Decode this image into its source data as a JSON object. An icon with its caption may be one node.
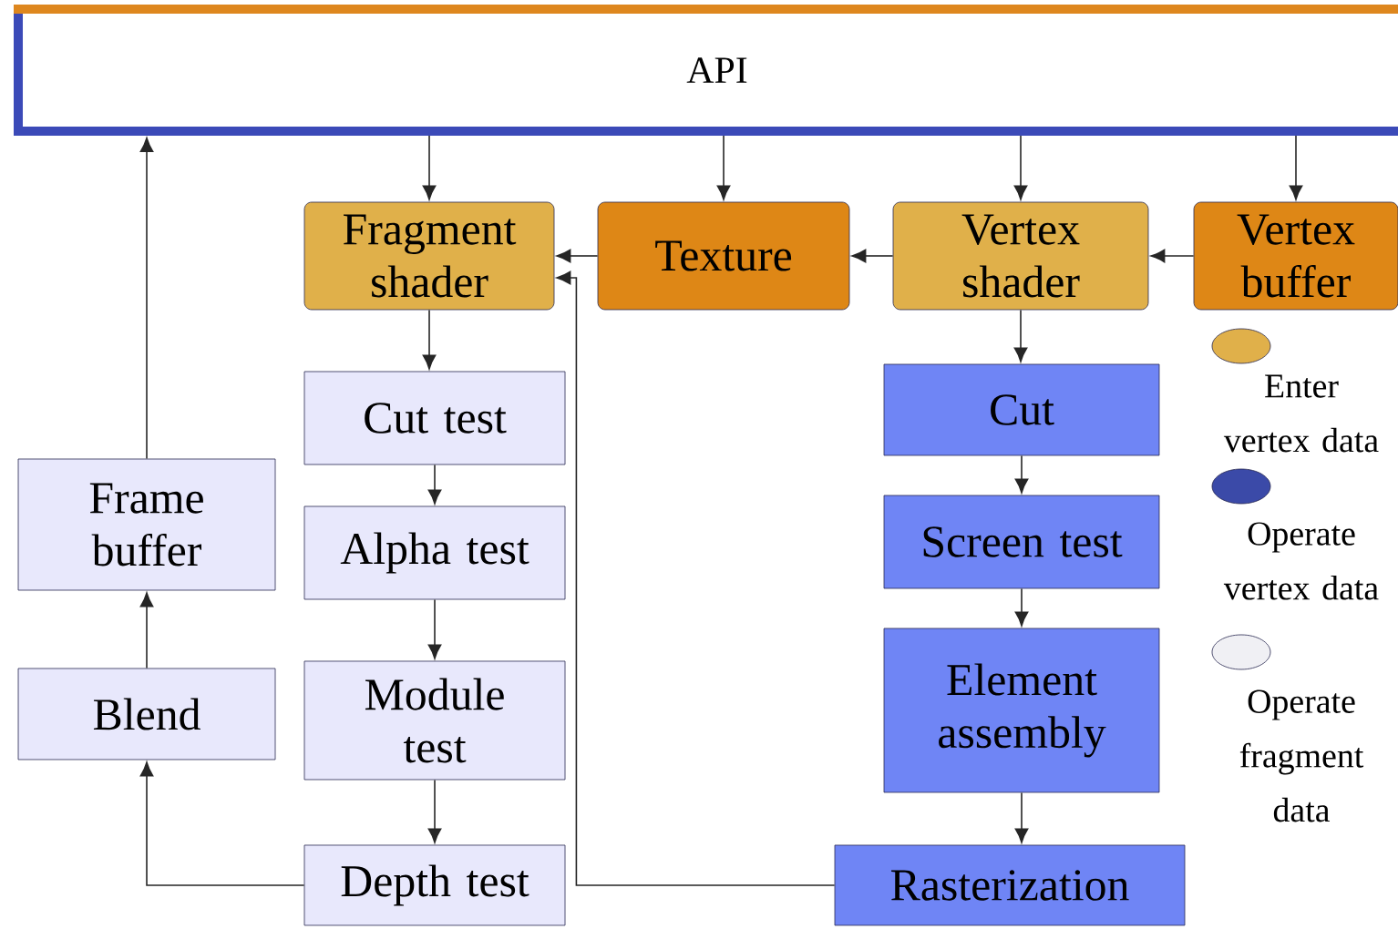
{
  "diagram": {
    "nodes": [
      {
        "text": [
          "API"
        ]
      },
      {
        "text": [
          "Fragment shader"
        ]
      },
      {
        "text": [
          "Texture"
        ]
      },
      {
        "text": [
          "Vertex shader"
        ]
      },
      {
        "text": [
          "Vertex buffer"
        ]
      },
      {
        "text": [
          "Cut test"
        ]
      },
      {
        "text": [
          "Alpha test"
        ]
      },
      {
        "text": [
          "Module test"
        ]
      },
      {
        "text": [
          "Depth test"
        ]
      },
      {
        "text": [
          "Frame buffer"
        ]
      },
      {
        "text": [
          "Blend"
        ]
      },
      {
        "text": [
          "Cut"
        ]
      },
      {
        "text": [
          "Screen test"
        ]
      },
      {
        "text": [
          "Element assembly"
        ]
      },
      {
        "text": [
          "Rasterization"
        ]
      }
    ],
    "edges": [
      {
        "from": 0,
        "to": 1,
        "arrow": "to"
      },
      {
        "from": 0,
        "to": 2,
        "arrow": "to"
      },
      {
        "from": 0,
        "to": 3,
        "arrow": "to"
      },
      {
        "from": 0,
        "to": 4,
        "arrow": "to"
      },
      {
        "from": 4,
        "to": 3,
        "arrow": "to"
      },
      {
        "from": 3,
        "to": 2,
        "arrow": "to"
      },
      {
        "from": 2,
        "to": 1,
        "arrow": "to"
      },
      {
        "from": 14,
        "to": 1,
        "arrow": "to"
      },
      {
        "from": 1,
        "to": 5,
        "arrow": "to"
      },
      {
        "from": 5,
        "to": 6,
        "arrow": "to"
      },
      {
        "from": 6,
        "to": 7,
        "arrow": "to"
      },
      {
        "from": 7,
        "to": 8,
        "arrow": "to"
      },
      {
        "from": 8,
        "to": 10,
        "arrow": "to"
      },
      {
        "from": 10,
        "to": 9,
        "arrow": "to"
      },
      {
        "from": 9,
        "to": 0,
        "arrow": "to"
      },
      {
        "from": 3,
        "to": 11,
        "arrow": "to"
      },
      {
        "from": 11,
        "to": 12,
        "arrow": "to"
      },
      {
        "from": 12,
        "to": 13,
        "arrow": "to"
      },
      {
        "from": 13,
        "to": 14,
        "arrow": "to"
      }
    ],
    "legend": [
      {
        "text": "Enter vertex data",
        "color": "#e0b04a"
      },
      {
        "text": "Operate vertex data",
        "color": "#3b4aa8"
      },
      {
        "text": "Operate fragment data",
        "color": "#f0f0f4"
      }
    ]
  }
}
